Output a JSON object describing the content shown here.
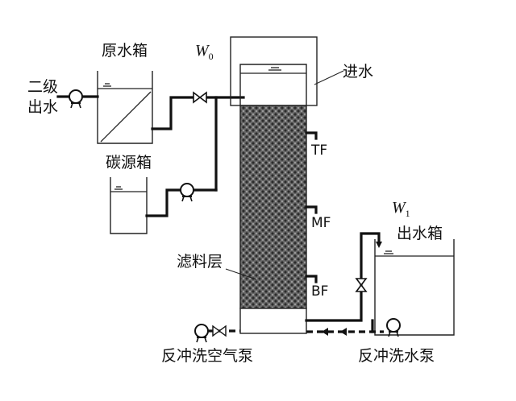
{
  "labels": {
    "secondary_effluent_line1": "二级",
    "secondary_effluent_line2": "出水",
    "raw_water_tank": "原水箱",
    "carbon_source_tank": "碳源箱",
    "w0_main": "W",
    "w0_sub": "0",
    "inlet": "进水",
    "tf": "TF",
    "mf": "MF",
    "bf": "BF",
    "filter_layer": "滤料层",
    "w1_main": "W",
    "w1_sub": "1",
    "outlet_tank": "出水箱",
    "backwash_air_pump": "反冲洗空气泵",
    "backwash_water_pump": "反冲洗水泵"
  },
  "colors": {
    "line": "#111111",
    "filter_fill": "#555555",
    "background": "#ffffff"
  }
}
